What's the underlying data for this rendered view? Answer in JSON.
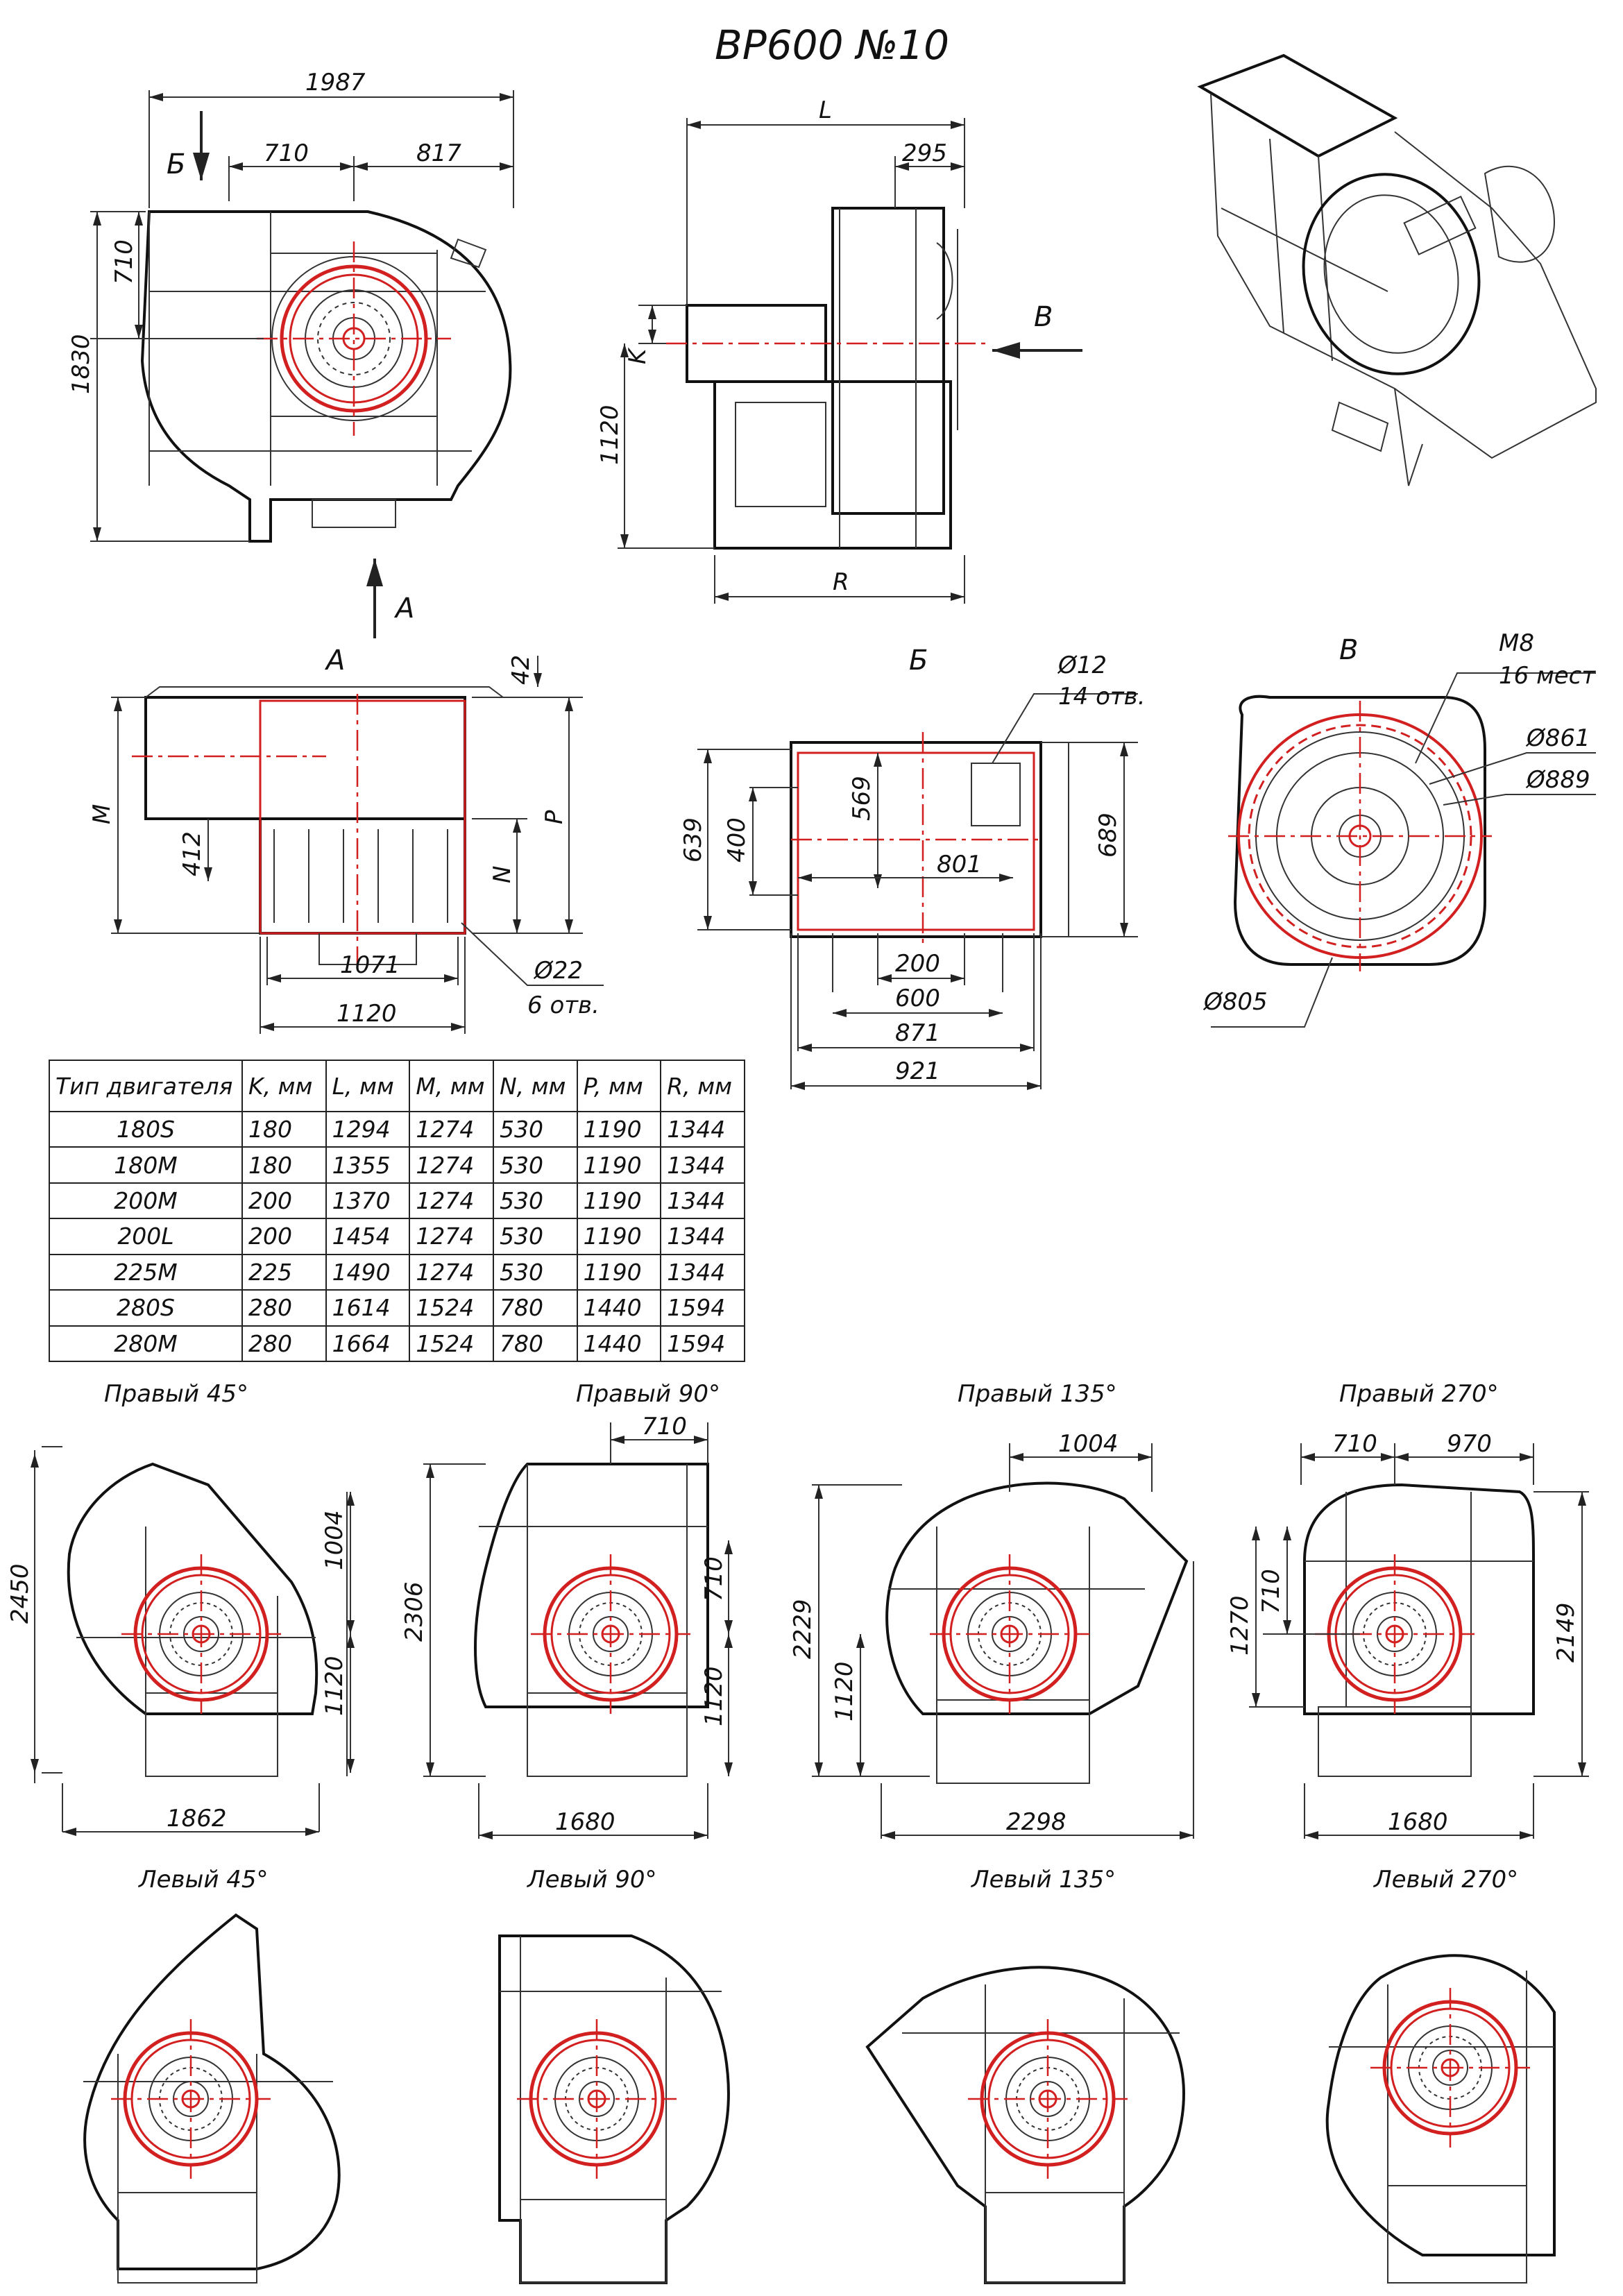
{
  "title": "ВР600 №10",
  "colors": {
    "line": "#222222",
    "accent": "#d21f1f",
    "background": "#ffffff"
  },
  "views": {
    "front": {
      "dims": {
        "width": "1987",
        "d710": "710",
        "d817": "817",
        "h710": "710",
        "height": "1830"
      },
      "section_b": "Б",
      "arrow_a": "А"
    },
    "side": {
      "dims": {
        "L": "L",
        "d295": "295",
        "K": "K",
        "h1120": "1120",
        "R": "R"
      },
      "arrow_v": "В"
    },
    "view_a": {
      "label": "А",
      "dims": {
        "d42": "42",
        "M": "M",
        "P": "P",
        "d412": "412",
        "N": "N",
        "d1071": "1071",
        "d1120": "1120",
        "hole": "Ø22",
        "hole_count": "6 отв."
      }
    },
    "view_b": {
      "label": "Б",
      "dims": {
        "hole": "Ø12",
        "hole_count": "14 отв.",
        "d639": "639",
        "d400": "400",
        "d569": "569",
        "d801": "801",
        "d689": "689",
        "d200": "200",
        "d600": "600",
        "d871": "871",
        "d921": "921"
      }
    },
    "view_v": {
      "label": "В",
      "dims": {
        "bolt": "M8",
        "bolt_count": "16 мест",
        "d861": "Ø861",
        "d889": "Ø889",
        "d805": "Ø805"
      }
    }
  },
  "table": {
    "headers": [
      "Тип двигателя",
      "K, мм",
      "L, мм",
      "M, мм",
      "N, мм",
      "P, мм",
      "R, мм"
    ],
    "rows": [
      [
        "180S",
        "180",
        "1294",
        "1274",
        "530",
        "1190",
        "1344"
      ],
      [
        "180M",
        "180",
        "1355",
        "1274",
        "530",
        "1190",
        "1344"
      ],
      [
        "200M",
        "200",
        "1370",
        "1274",
        "530",
        "1190",
        "1344"
      ],
      [
        "200L",
        "200",
        "1454",
        "1274",
        "530",
        "1190",
        "1344"
      ],
      [
        "225M",
        "225",
        "1490",
        "1274",
        "530",
        "1190",
        "1344"
      ],
      [
        "280S",
        "280",
        "1614",
        "1524",
        "780",
        "1440",
        "1594"
      ],
      [
        "280M",
        "280",
        "1664",
        "1524",
        "780",
        "1440",
        "1594"
      ]
    ]
  },
  "orientations": {
    "right_45": {
      "label": "Правый 45°",
      "dims": {
        "height": "2450",
        "d1004": "1004",
        "d1120": "1120",
        "width": "1862"
      }
    },
    "right_90": {
      "label": "Правый 90°",
      "dims": {
        "d710": "710",
        "height": "2306",
        "h710": "710",
        "d1120": "1120",
        "width": "1680"
      }
    },
    "right_135": {
      "label": "Правый 135°",
      "dims": {
        "d1004": "1004",
        "height": "2229",
        "d1120": "1120",
        "width": "2298"
      }
    },
    "right_270": {
      "label": "Правый 270°",
      "dims": {
        "d710": "710",
        "d970": "970",
        "d1270": "1270",
        "h710": "710",
        "height": "2149",
        "width": "1680"
      }
    },
    "left_45": {
      "label": "Левый 45°"
    },
    "left_90": {
      "label": "Левый 90°"
    },
    "left_135": {
      "label": "Левый 135°"
    },
    "left_270": {
      "label": "Левый 270°"
    }
  }
}
